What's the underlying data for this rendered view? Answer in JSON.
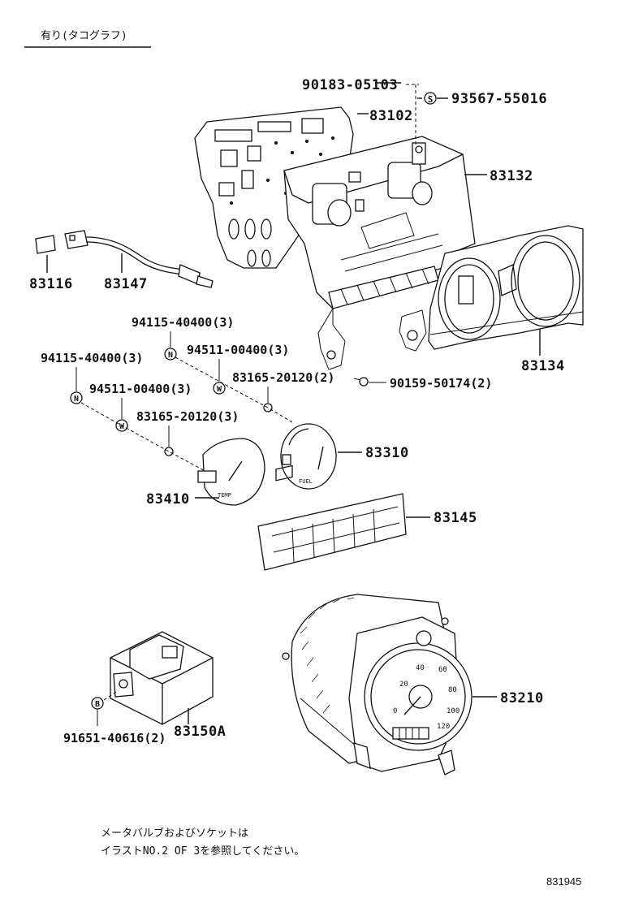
{
  "header": {
    "variant_note": "有り(タコグラフ)"
  },
  "parts": {
    "p90183": "90183-05103",
    "p93567": "93567-55016",
    "p83102": "83102",
    "p83132": "83132",
    "p83116": "83116",
    "p83147": "83147",
    "p83134": "83134",
    "p94115a": "94115-40400(3)",
    "p94511a": "94511-00400(3)",
    "p94115b": "94115-40400(3)",
    "p83165a": "83165-20120(2)",
    "p90159": "90159-50174(2)",
    "p94511b": "94511-00400(3)",
    "p83165b": "83165-20120(3)",
    "p83310": "83310",
    "p83410": "83410",
    "p83145": "83145",
    "p83210": "83210",
    "p91651": "91651-40616(2)",
    "p83150A": "83150A"
  },
  "markers": {
    "s": "S",
    "n": "N",
    "w": "W",
    "b": "B"
  },
  "gauge_marks": {
    "fuel": "FUEL",
    "temp": "TEMP",
    "speedo": [
      "0",
      "20",
      "40",
      "60",
      "80",
      "100",
      "120"
    ]
  },
  "footer": {
    "note_line1": "メータバルブおよびソケットは",
    "note_line2": "イラストNO.2 OF 3を参照してください。",
    "illustration_no": "831945"
  }
}
